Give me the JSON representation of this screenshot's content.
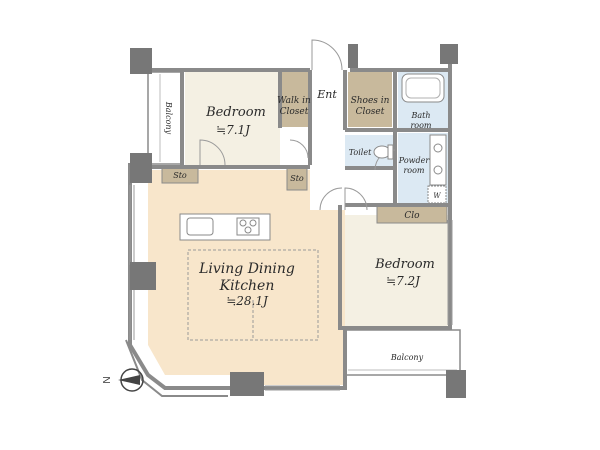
{
  "rooms": {
    "bedroom1": {
      "name": "Bedroom",
      "area": "≒7.1J"
    },
    "walk_in_closet": {
      "line1": "Walk in",
      "line2": "Closet"
    },
    "entrance": {
      "name": "Ent"
    },
    "shoes_in_closet": {
      "line1": "Shoes in",
      "line2": "Closet"
    },
    "bath_room": {
      "line1": "Bath",
      "line2": "room"
    },
    "toilet": {
      "name": "Toilet"
    },
    "powder_room": {
      "line1": "Powder",
      "line2": "room"
    },
    "washer": {
      "name": "W"
    },
    "storage_left": {
      "name": "Sto"
    },
    "storage_mid": {
      "name": "Sto"
    },
    "closet": {
      "name": "Clo"
    },
    "ldk": {
      "line1": "Living Dining",
      "line2": "Kitchen",
      "area": "≒28.1J"
    },
    "bedroom2": {
      "name": "Bedroom",
      "area": "≒7.2J"
    },
    "balcony_left": {
      "name": "Balcony"
    },
    "balcony_bottom": {
      "name": "Balcony"
    }
  },
  "compass": {
    "label": "N"
  },
  "colors": {
    "ldk_floor": "#f8e6cb",
    "bedroom_floor": "#f4f0e3",
    "wet_area": "#dce9f3",
    "closet": "#c8b99c",
    "wall": "#8a8a8a",
    "pillar": "#777777"
  }
}
